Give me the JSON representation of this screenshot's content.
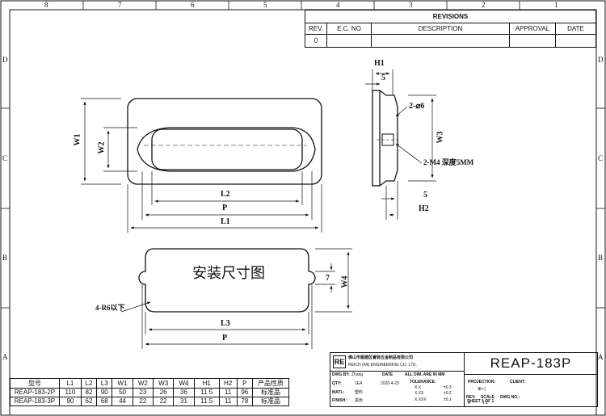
{
  "zones": {
    "top": [
      "8",
      "7",
      "6",
      "5",
      "4",
      "3",
      "2",
      "1"
    ],
    "side": [
      "D",
      "C",
      "B",
      "A"
    ]
  },
  "revisions": {
    "title": "REVISIONS",
    "headers": [
      "REV.",
      "E.C. NO",
      "DESCRIPTION",
      "APPROVAL",
      "DATE"
    ],
    "row": [
      "0",
      "",
      "",
      "",
      ""
    ]
  },
  "views": {
    "top_labels": {
      "W1": "W1",
      "W2": "W2",
      "L2": "L2",
      "P": "P",
      "L1": "L1"
    },
    "side_labels": {
      "H1": "H1",
      "five_top": "5",
      "hole": "2-⌀6",
      "W3": "W3",
      "thread": "2-M4 深度5MM",
      "five_bottom": "5",
      "H2": "H2"
    },
    "cutout_labels": {
      "title": "安装尺寸图",
      "seven": "7",
      "W4": "W4",
      "radius": "4-R6以下",
      "L3": "L3",
      "P": "P"
    }
  },
  "spec_table": {
    "headers": [
      "型号",
      "L1",
      "L2",
      "L3",
      "W1",
      "W2",
      "W3",
      "W4",
      "H1",
      "H2",
      "P",
      "产品性质"
    ],
    "rows": [
      [
        "REAP-183-2P",
        "110",
        "82",
        "90",
        "50",
        "23",
        "26",
        "36",
        "11.5",
        "11",
        "96",
        "标准品"
      ],
      [
        "REAP-183-3P",
        "90",
        "62",
        "68",
        "44",
        "22",
        "22",
        "31",
        "11.5",
        "11",
        "78",
        "标准品"
      ]
    ]
  },
  "title_block": {
    "logo": "RE",
    "company_cn": "佛山市顺德区睿驰五金制品有限公司",
    "company_en": "REICH (FA) ENGINEERING CO. LTD.",
    "part_number": "REAP-183P",
    "dwg_by_label": "DWG BY:",
    "dwg_by_value": "Zhang",
    "date_label": "DATE",
    "dims_note": "ALL DIM. ARE IN MM",
    "qty_label": "QTY:",
    "qty_value": "1EA",
    "date_value": "2020-4-23",
    "tolerance_label": "TOLERANCE:",
    "tolerances": [
      [
        "X.X",
        "±0.3"
      ],
      [
        "X.XX",
        "±0.2"
      ],
      [
        "X.XXX",
        "±0.1"
      ]
    ],
    "projection_label": "PROJECTION:",
    "client_label": "CLIENT:",
    "matl_label": "MATL:",
    "matl_value": "塑料",
    "finish_label": "FINISH:",
    "finish_value": "黑色",
    "rev_label": "REV:",
    "rev_value": "A",
    "scale_label": "SCALE",
    "scale_value": "1:1",
    "dwg_no_label": "DWG NO.:",
    "sheet": "SHEET 1 OF 1"
  }
}
